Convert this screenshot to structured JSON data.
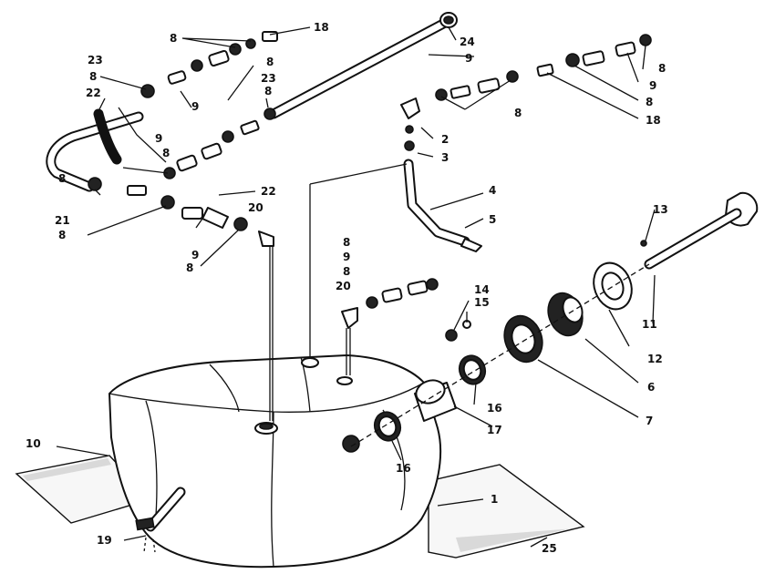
{
  "diagram": {
    "callouts": [
      {
        "id": "c1",
        "text": "1"
      },
      {
        "id": "c2",
        "text": "2"
      },
      {
        "id": "c3",
        "text": "3"
      },
      {
        "id": "c4",
        "text": "4"
      },
      {
        "id": "c5",
        "text": "5"
      },
      {
        "id": "c6",
        "text": "6"
      },
      {
        "id": "c7",
        "text": "7"
      },
      {
        "id": "c8a",
        "text": "8"
      },
      {
        "id": "c8b",
        "text": "8"
      },
      {
        "id": "c8c",
        "text": "8"
      },
      {
        "id": "c8d",
        "text": "8"
      },
      {
        "id": "c8e",
        "text": "8"
      },
      {
        "id": "c8f",
        "text": "8"
      },
      {
        "id": "c8g",
        "text": "8"
      },
      {
        "id": "c8h",
        "text": "8"
      },
      {
        "id": "c8i",
        "text": "8"
      },
      {
        "id": "c8j",
        "text": "8"
      },
      {
        "id": "c8k",
        "text": "8"
      },
      {
        "id": "c8l",
        "text": "8"
      },
      {
        "id": "c8m",
        "text": "8"
      },
      {
        "id": "c8n",
        "text": "8"
      },
      {
        "id": "c9a",
        "text": "9"
      },
      {
        "id": "c9b",
        "text": "9"
      },
      {
        "id": "c9c",
        "text": "9"
      },
      {
        "id": "c9d",
        "text": "9"
      },
      {
        "id": "c9e",
        "text": "9"
      },
      {
        "id": "c9f",
        "text": "9"
      },
      {
        "id": "c10",
        "text": "10"
      },
      {
        "id": "c11",
        "text": "11"
      },
      {
        "id": "c12",
        "text": "12"
      },
      {
        "id": "c13",
        "text": "13"
      },
      {
        "id": "c14",
        "text": "14"
      },
      {
        "id": "c15",
        "text": "15"
      },
      {
        "id": "c16a",
        "text": "16"
      },
      {
        "id": "c16b",
        "text": "16"
      },
      {
        "id": "c17",
        "text": "17"
      },
      {
        "id": "c18a",
        "text": "18"
      },
      {
        "id": "c18b",
        "text": "18"
      },
      {
        "id": "c19",
        "text": "19"
      },
      {
        "id": "c20a",
        "text": "20"
      },
      {
        "id": "c20b",
        "text": "20"
      },
      {
        "id": "c21",
        "text": "21"
      },
      {
        "id": "c22a",
        "text": "22"
      },
      {
        "id": "c22b",
        "text": "22"
      },
      {
        "id": "c23a",
        "text": "23"
      },
      {
        "id": "c23b",
        "text": "23"
      },
      {
        "id": "c24",
        "text": "24"
      },
      {
        "id": "c25",
        "text": "25"
      }
    ]
  }
}
